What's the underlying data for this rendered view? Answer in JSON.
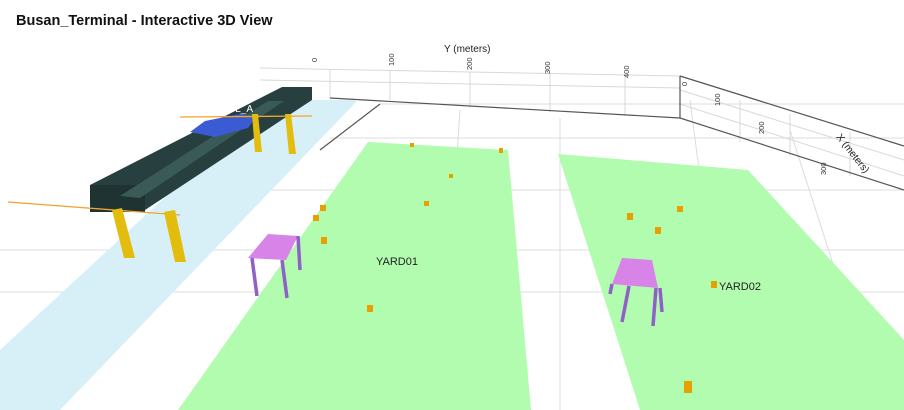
{
  "title": "Busan_Terminal - Interactive 3D View",
  "axes": {
    "y_label": "Y (meters)",
    "x_label": "X (meters)",
    "y_ticks": [
      "0",
      "100",
      "200",
      "300",
      "400"
    ],
    "x_ticks": [
      "0",
      "100",
      "200",
      "300"
    ]
  },
  "labels": {
    "yard1": "YARD01",
    "yard2": "YARD02",
    "crane": "CL_A"
  },
  "colors": {
    "yard": "#b2fcb0",
    "water": "#d7eff7",
    "quay_crane_body": "#27403f",
    "crane_legs": "#e2bd0d",
    "yard_crane_top": "#d783e8",
    "yard_crane_legs": "#8f61c6",
    "trucks": "#e8a000",
    "vessel_cargo": "#3b5bd4"
  }
}
